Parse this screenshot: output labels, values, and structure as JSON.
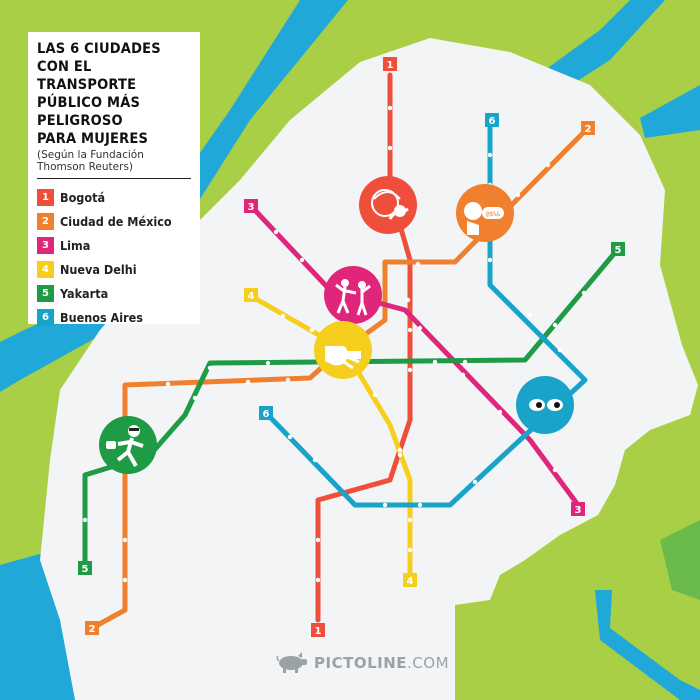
{
  "title": "LAS 6 CIUDADES\nCON EL TRANSPORTE\nPÚBLICO MÁS\nPELIGROSO\nPARA MUJERES",
  "subtitle": "(Según la Fundación\nThomson Reuters)",
  "lines": [
    {
      "number": "1",
      "city": "Bogotá",
      "color": "#ef4f3a",
      "icon": "hand-over-mouth-woman-icon"
    },
    {
      "number": "2",
      "city": "Ciudad de México",
      "color": "#f0802e",
      "icon": "shouting-profanity-icon"
    },
    {
      "number": "3",
      "city": "Lima",
      "color": "#e0267a",
      "icon": "harassment-scene-icon"
    },
    {
      "number": "4",
      "city": "Nueva Delhi",
      "color": "#f6cf1e",
      "icon": "grabbing-hand-icon"
    },
    {
      "number": "5",
      "city": "Yakarta",
      "color": "#1f9a45",
      "icon": "thief-running-icon"
    },
    {
      "number": "6",
      "city": "Buenos Aires",
      "color": "#1aa3c9",
      "icon": "peeping-eyes-icon"
    }
  ],
  "brand": {
    "bold": "PICTOLINE",
    "light": ".COM",
    "icon": "pig-logo-icon"
  },
  "colors": {
    "grass": "#a8cf45",
    "water": "#20a8d8",
    "head": "#f2f4f5",
    "legend_bg": "#ffffff"
  }
}
